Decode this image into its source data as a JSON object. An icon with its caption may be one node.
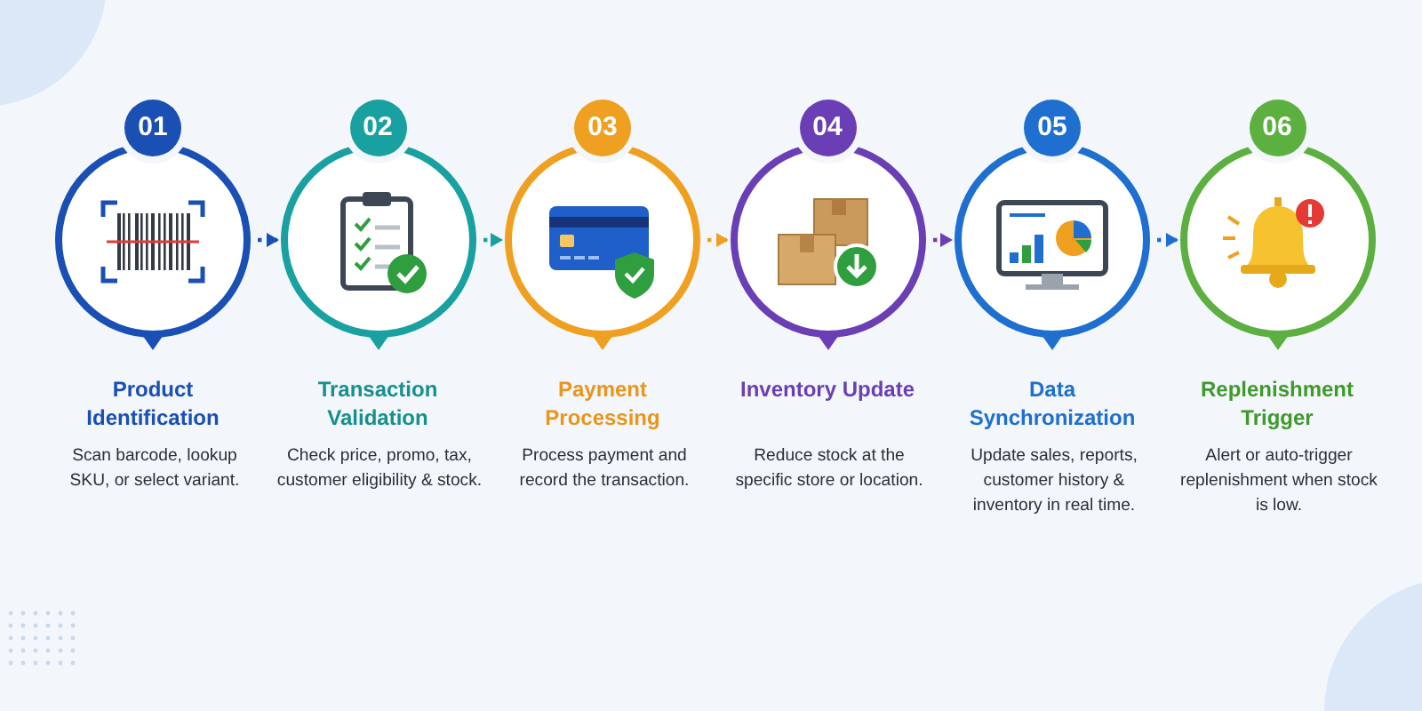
{
  "diagram": {
    "nodes": [
      {
        "text": [
          "01",
          "Product Identification",
          "Scan barcode, lookup SKU, or select variant."
        ]
      },
      {
        "text": [
          "02",
          "Transaction Validation",
          "Check price, promo, tax, customer eligibility & stock."
        ]
      },
      {
        "text": [
          "03",
          "Payment Processing",
          "Process payment and record the transaction."
        ]
      },
      {
        "text": [
          "04",
          "Inventory Update",
          "Reduce stock at the specific store or location."
        ]
      },
      {
        "text": [
          "05",
          "Data Synchronization",
          "Update sales, reports, customer history & inventory in real time."
        ]
      },
      {
        "text": [
          "06",
          "Replenishment Trigger",
          "Alert or auto-trigger replenishment when stock is low."
        ]
      }
    ],
    "edges": [
      {
        "from": 0,
        "to": 1,
        "arrow": "to",
        "style": "dashed",
        "color": "#1a4fb4"
      },
      {
        "from": 1,
        "to": 2,
        "arrow": "to",
        "style": "dashed",
        "color": "#18a1a0"
      },
      {
        "from": 2,
        "to": 3,
        "arrow": "to",
        "style": "dashed",
        "color": "#f0a020"
      },
      {
        "from": 3,
        "to": 4,
        "arrow": "to",
        "style": "dashed",
        "color": "#6a3fb5"
      },
      {
        "from": 4,
        "to": 5,
        "arrow": "to",
        "style": "dashed",
        "color": "#1e6fd0"
      }
    ]
  }
}
